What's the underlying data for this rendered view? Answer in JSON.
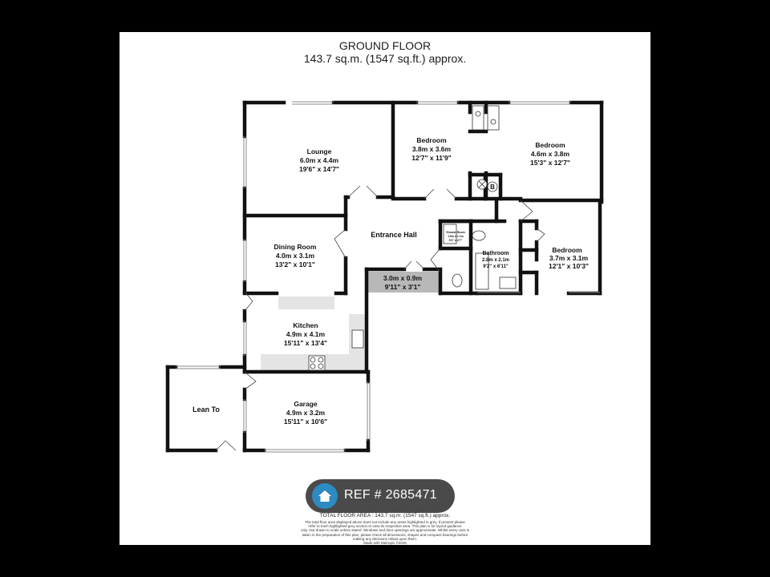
{
  "header": {
    "title": "GROUND FLOOR",
    "area": "143.7 sq.m. (1547 sq.ft.) approx."
  },
  "rooms": {
    "lounge": {
      "name": "Lounge",
      "metric": "6.0m  x 4.4m",
      "imperial": "19'6\"  x 14'7\""
    },
    "bedroom1": {
      "name": "Bedroom",
      "metric": "3.8m  x 3.6m",
      "imperial": "12'7\"  x 11'9\""
    },
    "bedroom2": {
      "name": "Bedroom",
      "metric": "4.6m  x 3.8m",
      "imperial": "15'3\"  x 12'7\""
    },
    "entrance": {
      "name": "Entrance Hall"
    },
    "dining": {
      "name": "Dining Room",
      "metric": "4.0m  x 3.1m",
      "imperial": "13'2\"  x 10'1\""
    },
    "shower": {
      "name": "Shower Room",
      "metric": "1.6m x 1.1m",
      "imperial": "5'3\" x 3'7\""
    },
    "bathroom": {
      "name": "Bathroom",
      "metric": "2.8m  x 2.1m",
      "imperial": "9'2\"  x 6'11\""
    },
    "bedroom3": {
      "name": "Bedroom",
      "metric": "3.7m  x 3.1m",
      "imperial": "12'1\"  x 10'3\""
    },
    "store": {
      "metric": "3.0m  x 0.9m",
      "imperial": "9'11\"  x 3'1\""
    },
    "kitchen": {
      "name": "Kitchen",
      "metric": "4.9m  x 4.1m",
      "imperial": "15'11\"  x 13'4\""
    },
    "leanto": {
      "name": "Lean To"
    },
    "garage": {
      "name": "Garage",
      "metric": "4.9m  x 3.2m",
      "imperial": "15'11\"  x 10'6\""
    }
  },
  "boiler_label": "B",
  "reference": "REF # 2685471",
  "footer": {
    "total_area": "TOTAL FLOOR AREA : 143.7 sq.m. (1547 sq.ft.) approx.",
    "disclaimer": [
      "The total floor area displayed above does not include any areas highlighted in grey. If present please",
      "refer to each highlighted grey section to view its respective area. This plan is for layout guidance",
      "only. Not drawn to scale unless stated. Windows and door openings are approximate. Whilst every care is",
      "taken in the preparation of this plan, please check all dimensions, shapes and compass bearings before",
      "making any decisions reliant upon them.",
      "Made with Metropix ©2025"
    ]
  },
  "colors": {
    "wall": "#111111",
    "counter": "#e4e4e4",
    "highlight_grey": "#b8b8b8",
    "badge": "#4a4a4a",
    "badge_icon": "#2d8ac2",
    "background": "#000000"
  }
}
